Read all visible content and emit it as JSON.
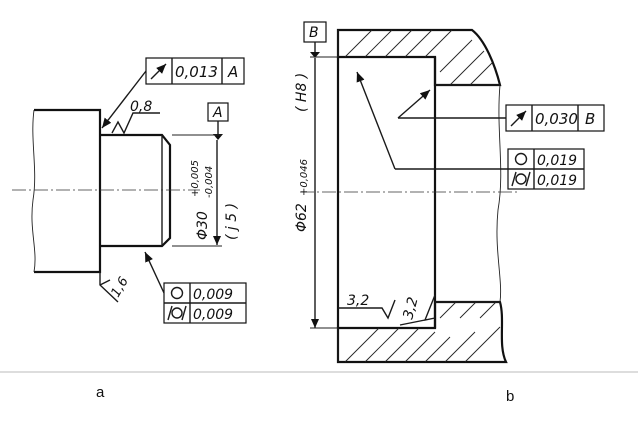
{
  "panel_a": {
    "caption": "a",
    "frame_runout": {
      "symbol": "runout-arrow",
      "value": "0,013",
      "datum": "A"
    },
    "datum_label": "A",
    "roughness_top": "0,8",
    "roughness_bottom": "1,6",
    "dimension": {
      "main": "Φ30",
      "upper": "+0,005",
      "lower": "-0,004",
      "fit": "( j 5 )"
    },
    "frame_circularity": {
      "symbol": "circularity-circle",
      "value": "0,009"
    },
    "frame_cylindricity": {
      "symbol": "cylindricity",
      "value": "0,009"
    }
  },
  "panel_b": {
    "caption": "b",
    "datum_label": "B",
    "frame_runout": {
      "symbol": "runout-arrow",
      "value": "0,030",
      "datum": "B"
    },
    "frame_circularity": {
      "symbol": "circularity-circle",
      "value": "0,019"
    },
    "frame_cylindricity": {
      "symbol": "cylindricity",
      "value": "0,019"
    },
    "dimension": {
      "main": "Φ62",
      "upper": "+0,046",
      "fit": "( H8 )"
    },
    "roughness_left": "3,2",
    "roughness_right": "3,2"
  }
}
